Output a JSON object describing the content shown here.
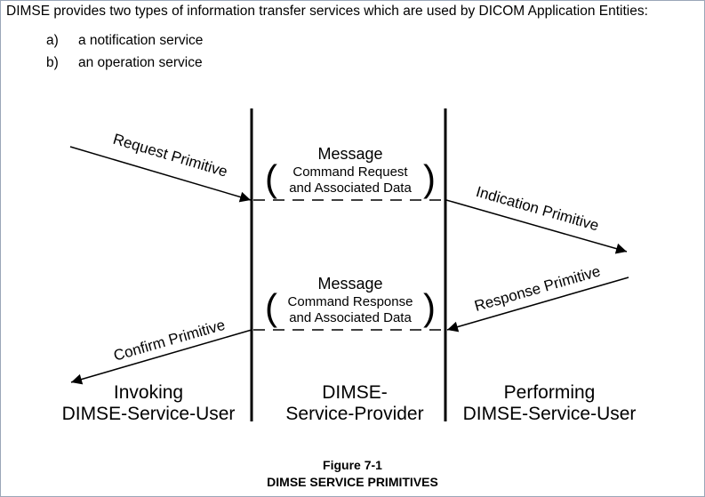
{
  "intro": {
    "text": "DIMSE provides two types of information transfer services which are used by DICOM Application Entities:",
    "items": [
      {
        "marker": "a)",
        "text": "a notification service"
      },
      {
        "marker": "b)",
        "text": "an operation service"
      }
    ]
  },
  "diagram": {
    "request_primitive": "Request Primitive",
    "indication_primitive": "Indication Primitive",
    "response_primitive": "Response Primitive",
    "confirm_primitive": "Confirm Primitive",
    "message_1": {
      "title": "Message",
      "line1": "Command Request",
      "line2": "and Associated Data"
    },
    "message_2": {
      "title": "Message",
      "line1": "Command Response",
      "line2": "and Associated Data"
    },
    "invoking_user": {
      "line1": "Invoking",
      "line2": "DIMSE-Service-User"
    },
    "service_provider": {
      "line1": "DIMSE-",
      "line2": "Service-Provider"
    },
    "performing_user": {
      "line1": "Performing",
      "line2": "DIMSE-Service-User"
    }
  },
  "caption": {
    "figure_number": "Figure 7-1",
    "title": "DIMSE SERVICE PRIMITIVES"
  }
}
